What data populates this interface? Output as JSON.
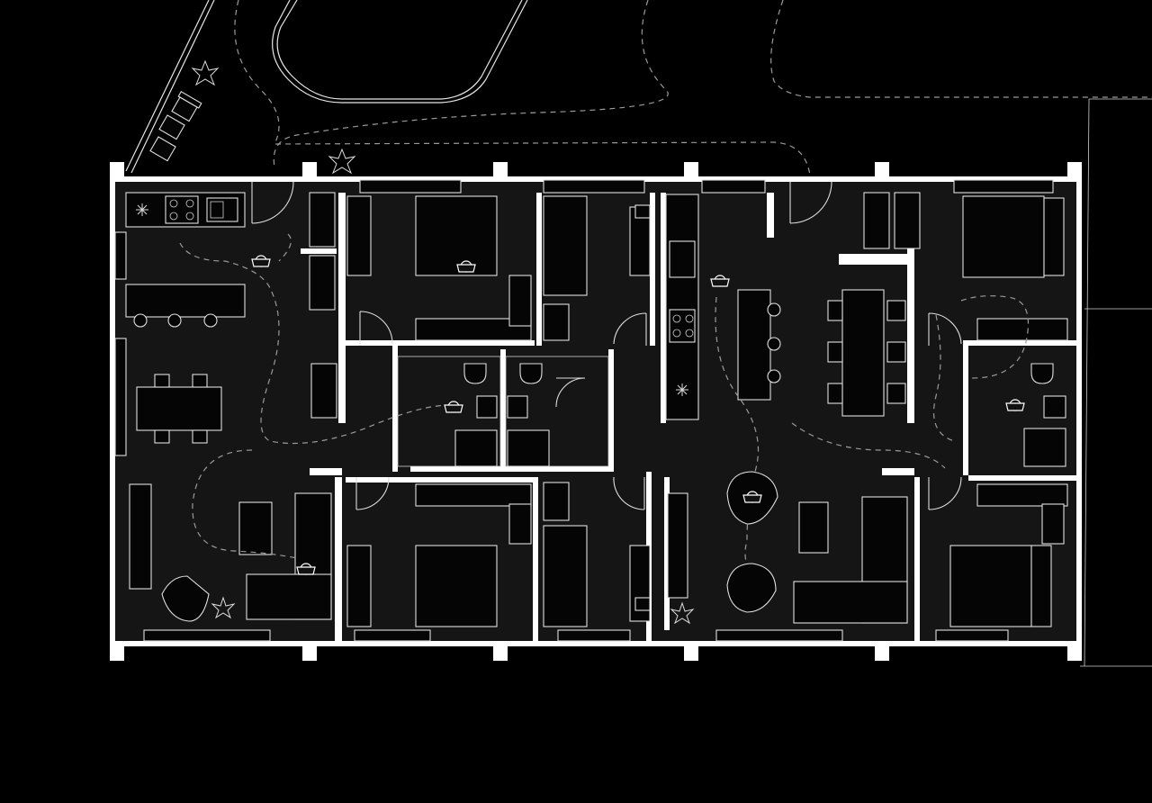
{
  "drawing": {
    "kind": "architectural-floor-plan",
    "style": "white linework on black background",
    "units_shown": 4
  },
  "colors": {
    "background": "#000000",
    "floor": "#151515",
    "wall": "#ffffff",
    "line": "#e6e6e6",
    "path": "#9a9a9a"
  },
  "icons": [
    "person-icon",
    "plant-icon",
    "door-swing-icon",
    "bed-icon",
    "sofa-icon",
    "armchair-icon",
    "toilet-icon",
    "washbasin-icon",
    "hob-icon",
    "sink-icon",
    "laptop-icon"
  ]
}
